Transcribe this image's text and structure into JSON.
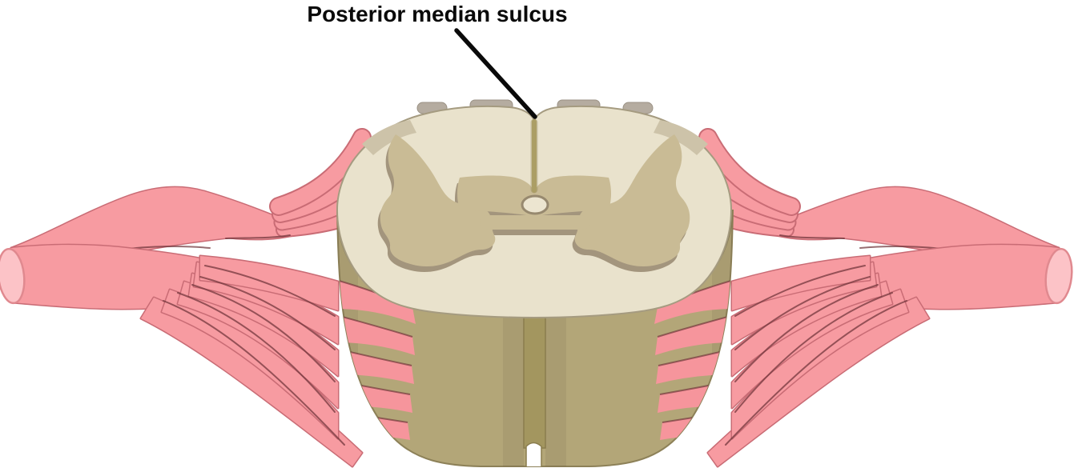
{
  "figure": {
    "title": "Posterior median sulcus",
    "type": "anatomical-diagram",
    "subject": "spinal cord cross-section with paired dorsal and ventral nerve roots",
    "annotations": [
      {
        "label": "Posterior median sulcus",
        "points_to": "midline groove on the posterior (top) surface of the spinal cord"
      }
    ]
  },
  "colors": {
    "background": "#ffffff",
    "label_text": "#0a0a0a",
    "leader_line": "#0a0a0a",
    "white_matter": "#e9e2cc",
    "white_matter_outline": "#a59b80",
    "gray_matter": "#c9bb95",
    "gray_matter_shadow": "#a3957d",
    "canal_fill": "#ece5d0",
    "canal_rim": "#97896f",
    "sulcus": "#ab9e65",
    "wall": "#b3a678",
    "wall_outline": "#8d8158",
    "fissure_strip": "#a3965f",
    "fissure_edge": "#8a7d4e",
    "root_pink": "#f79ba1",
    "stripe_pink": "#f6959c",
    "root_rim": "#c96c75",
    "root_crease": "#6b3136",
    "cut_end": "#fcc3c7",
    "cut_end_rim": "#e0898f",
    "rootlet_bump": "#b5aca0",
    "tip_zone": "#cdc3a9"
  }
}
